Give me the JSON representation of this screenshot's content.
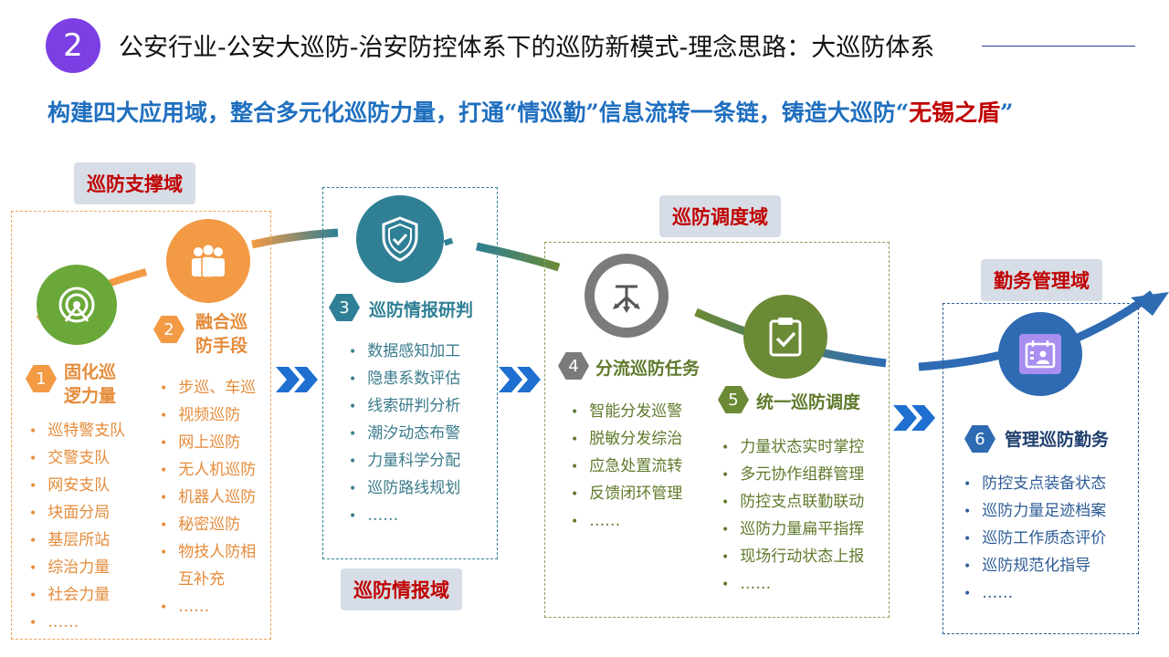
{
  "header": {
    "number": "2",
    "title": "公安行业-公安大巡防-治安防控体系下的巡防新模式-理念思路：大巡防体系"
  },
  "subtitle": {
    "main": "构建四大应用域，整合多元化巡防力量，打通“情巡勤”信息流转一条链，铸造大巡防“",
    "highlight": "无锡之盾",
    "end": "”"
  },
  "domains": {
    "support": "巡防支撑域",
    "intel": "巡防情报域",
    "dispatch": "巡防调度域",
    "duty": "勤务管理域"
  },
  "steps": [
    {
      "num": "1",
      "title": "固化巡逻力量",
      "title_lines": [
        "固化巡",
        "逻力量"
      ],
      "icon": "radar-icon",
      "items": [
        "巡特警支队",
        "交警支队",
        "网安支队",
        "块面分局",
        "基层所站",
        "综治力量",
        "社会力量",
        "……"
      ]
    },
    {
      "num": "2",
      "title": "融合巡防手段",
      "title_lines": [
        "融合巡",
        "防手段"
      ],
      "icon": "people-group-icon",
      "items": [
        "步巡、车巡",
        "视频巡防",
        "网上巡防",
        "无人机巡防",
        "机器人巡防",
        "秘密巡防",
        "物技人防相",
        "互补充",
        "……"
      ]
    },
    {
      "num": "3",
      "title": "巡防情报研判",
      "icon": "shield-check-icon",
      "items": [
        "数据感知加工",
        "隐患系数评估",
        "线索研判分析",
        "潮汐动态布警",
        "力量科学分配",
        "巡防路线规划",
        "……"
      ]
    },
    {
      "num": "4",
      "title": "分流巡防任务",
      "icon": "split-arrows-icon",
      "items": [
        "智能分发巡警",
        "脱敏分发综治",
        "应急处置流转",
        "反馈闭环管理",
        "……"
      ]
    },
    {
      "num": "5",
      "title": "统一巡防调度",
      "icon": "clipboard-check-icon",
      "items": [
        "力量状态实时掌控",
        "多元协作组群管理",
        "防控支点联勤联动",
        "巡防力量扁平指挥",
        "现场行动状态上报",
        "……"
      ]
    },
    {
      "num": "6",
      "title": "管理巡防勤务",
      "icon": "calendar-person-icon",
      "items": [
        "防控支点装备状态",
        "巡防力量足迹档案",
        "巡防工作质态评价",
        "巡防规范化指导",
        "……"
      ]
    }
  ],
  "colors": {
    "accent_purple": "#7b3fe4",
    "orange": "#f39a45",
    "green": "#6aa83a",
    "teal": "#2f7f95",
    "gray": "#7b7b7b",
    "olive": "#6b8a35",
    "blue": "#2e6bb3",
    "red": "#c00000"
  }
}
